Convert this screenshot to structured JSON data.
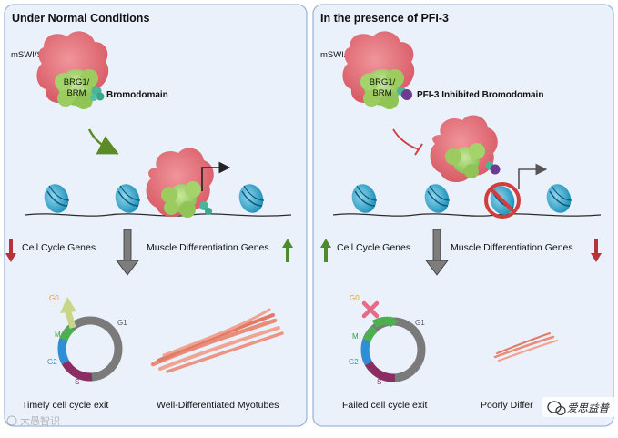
{
  "panels": {
    "normal": {
      "title": "Under Normal Conditions",
      "complex_label": "mSWI/SNF",
      "core_line1": "BRG1/",
      "core_line2": "BRM",
      "domain_label": "Bromodomain",
      "left_gene_label": "Cell Cycle Genes",
      "right_gene_label": "Muscle Differentiation Genes",
      "left_outcome": "Timely cell cycle exit",
      "right_outcome": "Well-Differentiated Myotubes"
    },
    "pfi3": {
      "title": "In the presence of PFI-3",
      "complex_label": "mSWI/SNF",
      "core_line1": "BRG1/",
      "core_line2": "BRM",
      "domain_label": "PFI-3 Inhibited Bromodomain",
      "left_gene_label": "Cell Cycle Genes",
      "right_gene_label": "Muscle Differentiation Genes",
      "left_outcome": "Failed cell cycle exit",
      "right_outcome": "Poorly Differ"
    }
  },
  "cell_cycle_phases": {
    "g0": "G0",
    "g1": "G1",
    "m": "M",
    "g2": "G2",
    "s": "S"
  },
  "watermarks": {
    "bottom_left": "大愚智识",
    "bottom_right": "爱思益普"
  },
  "colors": {
    "panel_bg": "#eaf1fb",
    "panel_border": "#9fb6d8",
    "complex_pink": "#e36f78",
    "core_green": "#a8d66f",
    "bromodomain_teal": "#4bb59a",
    "inhibitor_purple": "#6b3d92",
    "nucleosome_blue": "#3fb0d4",
    "arrow_up_green": "#4d8b2e",
    "arrow_down_red": "#b8323c",
    "myotube_salmon": "#e98c78",
    "inhibit_red": "#d03e3e"
  }
}
